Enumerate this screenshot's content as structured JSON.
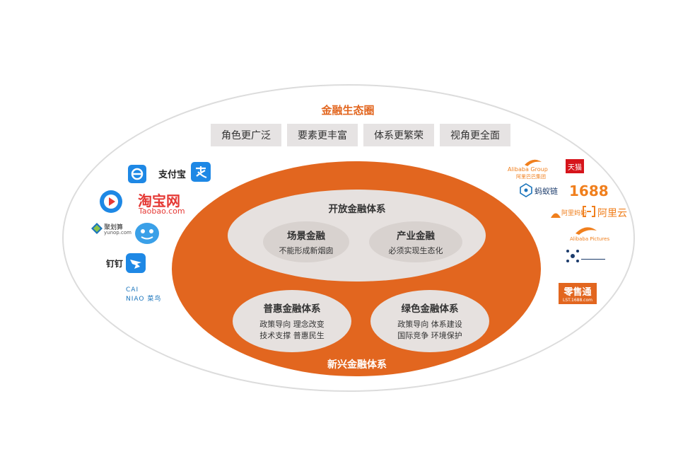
{
  "ecosystem": {
    "title": "金融生态圈",
    "tags": [
      "角色更广泛",
      "要素更丰富",
      "体系更繁荣",
      "视角更全面"
    ]
  },
  "open_system": {
    "title": "开放金融体系",
    "scene": {
      "title": "场景金融",
      "text": "不能形成新烟囱"
    },
    "industry": {
      "title": "产业金融",
      "text": "必须实现生态化"
    }
  },
  "inclusive_system": {
    "title": "普惠金融体系",
    "line1": "政策导向  理念改变",
    "line2": "技术支撑  普惠民生"
  },
  "green_system": {
    "title": "绿色金融体系",
    "line1": "政策导向  体系建设",
    "line2": "国际竞争  环境保护"
  },
  "emerging_system": {
    "title": "新兴金融体系"
  },
  "left_logos": {
    "alipay": "支付宝",
    "taobao": "淘宝网",
    "taobao_url": "Taobao.com",
    "jushita": "聚划算",
    "jushita_url": "yunop.com",
    "dingding": "钉钉",
    "cainiao_l1": "CAI",
    "cainiao_l2": "NIAO 菜鸟"
  },
  "right_logos": {
    "alibaba": "Alibaba Group",
    "alibaba_cn": "阿里巴巴集团",
    "tmall": "天猫",
    "antchain": "蚂蚁链",
    "n1688": "1688",
    "aliyun": "阿里云",
    "pictures": "Alibaba Pictures",
    "ant": "阿里妈妈",
    "lst": "零售通",
    "lst_url": "LST.1688.com"
  },
  "colors": {
    "accent": "#e2661f",
    "tag_bg": "#e6e3e3",
    "inner_bg": "#e6e1df"
  }
}
